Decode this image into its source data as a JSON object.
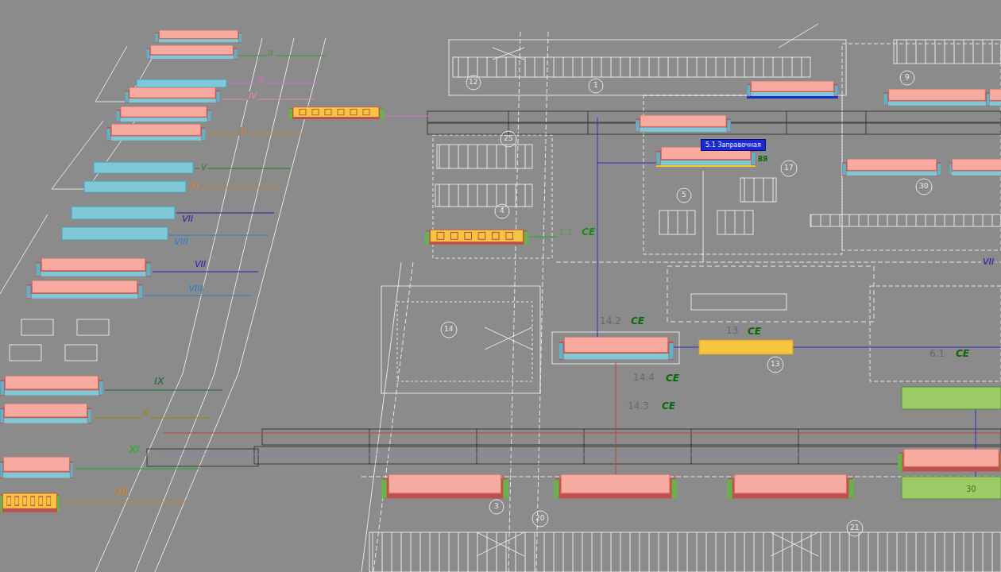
{
  "diagram": {
    "nodes": [
      {
        "text": [
          "5.1 Заправочная"
        ]
      }
    ],
    "labels": [
      "II",
      "III",
      "IV",
      "V",
      "V",
      "VI",
      "VII",
      "VIII",
      "VII",
      "VIII",
      "IX",
      "X",
      "XI",
      "XII",
      "VII",
      "1.1",
      "CE",
      "14.2",
      "CE",
      "13",
      "CE",
      "14.4",
      "CE",
      "14.3",
      "CE",
      "6.1",
      "CE",
      "ВЯ",
      "12",
      "1",
      "9",
      "25",
      "4",
      "5",
      "17",
      "30",
      "13",
      "14",
      "3",
      "20",
      "21",
      "30"
    ]
  }
}
